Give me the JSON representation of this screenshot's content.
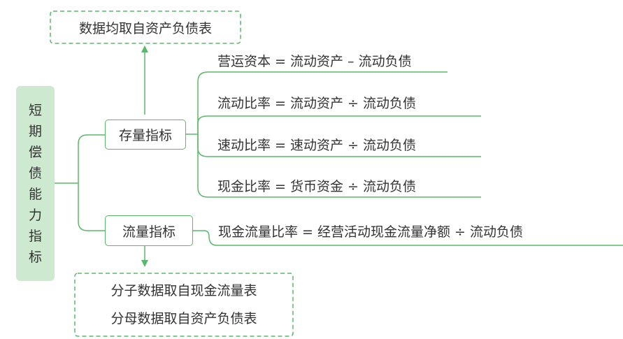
{
  "root": {
    "label": "短期偿债能力指标"
  },
  "top_note": {
    "text": "数据均取自资产负债表"
  },
  "categories": [
    {
      "label": "存量指标"
    },
    {
      "label": "流量指标"
    }
  ],
  "stock_formulas": [
    "营运资本 = 流动资产 – 流动负债",
    "流动比率 = 流动资产 ÷ 流动负债",
    "速动比率 = 速动资产 ÷ 流动负债",
    "现金比率 = 货币资金 ÷ 流动负债"
  ],
  "flow_formulas": [
    "现金流量比率 = 经营活动现金流量净额 ÷ 流动负债"
  ],
  "bottom_note": {
    "lines": [
      "分子数据取自现金流量表",
      "分母数据取自资产负债表"
    ]
  },
  "colors": {
    "line": "#5ab86a",
    "root_fill": "#cde9cf",
    "text": "#333333"
  }
}
